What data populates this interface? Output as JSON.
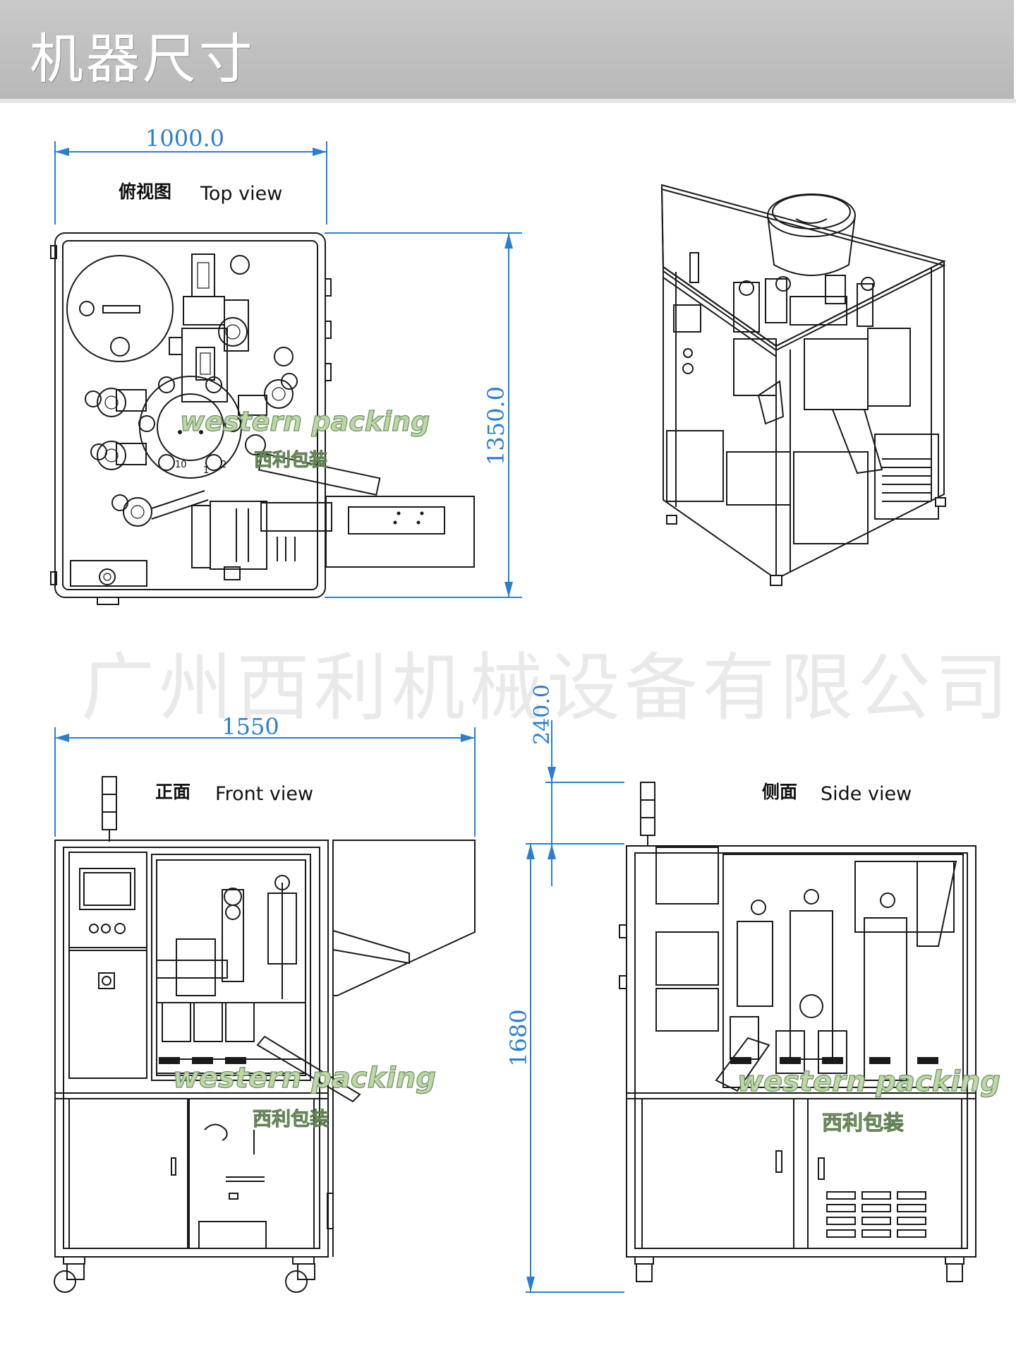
{
  "header": {
    "title": "机器尺寸"
  },
  "top_view": {
    "label_cn": "俯视图",
    "label_en": "Top view",
    "width_dim": "1000.0",
    "depth_dim": "1350.0",
    "station_numbers": [
      "10",
      "1",
      "2"
    ]
  },
  "front_view": {
    "label_cn": "正面",
    "label_en": "Front view",
    "width_dim": "1550"
  },
  "side_view": {
    "label_cn": "侧面",
    "label_en": "Side view",
    "height_dim": "1680",
    "top_dim": "240.0"
  },
  "watermarks": {
    "company": "广州西利机械设备有限公司",
    "brand_en": "western packing",
    "brand_cn": "西利包装"
  },
  "colors": {
    "dimension": "#2a7fd4",
    "banner": "#bfbfbf",
    "watermark": "#bcd7a8"
  }
}
